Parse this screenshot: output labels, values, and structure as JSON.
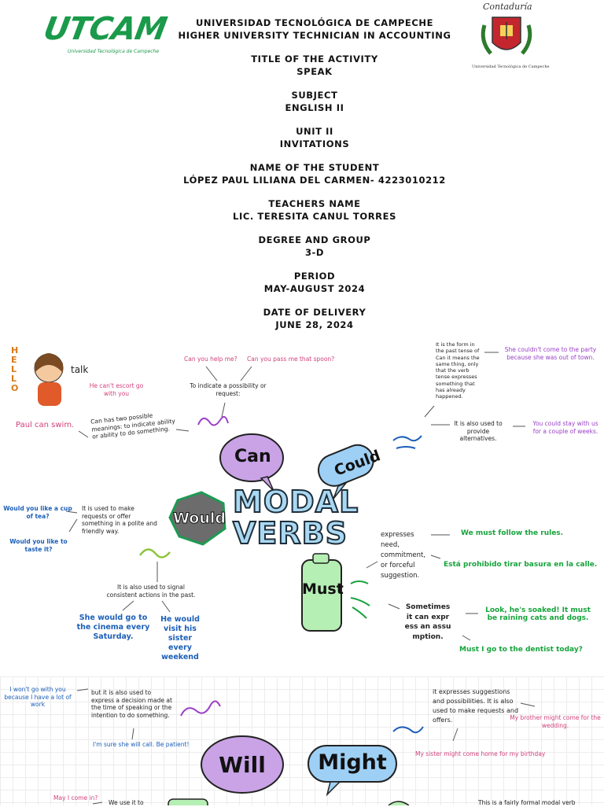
{
  "header": {
    "logo_text": "UTCAM",
    "logo_subtitle": "Universidad Tecnológica de Campeche",
    "seal_top": "Contaduría",
    "seal_bottom": "Universidad Tecnológica de Campeche",
    "lines": [
      "UNIVERSIDAD TECNOLÓGICA DE CAMPECHE",
      "HIGHER UNIVERSITY TECHNICIAN IN ACCOUNTING",
      "TITLE OF THE ACTIVITY",
      "SPEAK",
      "SUBJECT",
      "ENGLISH II",
      "UNIT II",
      "INVITATIONS",
      "NAME OF THE STUDENT",
      "LÓPEZ PAUL LILIANA DEL CARMEN- 4223010212",
      "TEACHERS NAME",
      "LIC. TERESITA CANUL TORRES",
      "DEGREE AND GROUP",
      "3-D",
      "PERIOD",
      "MAY-AUGUST 2024",
      "DATE OF DELIVERY",
      "JUNE 28, 2024"
    ]
  },
  "map": {
    "center_line1": "MODAL",
    "center_line2": "VERBS",
    "can": {
      "label": "Can",
      "hello": "HELLO",
      "talk": "talk",
      "cant_escort": "He can't escort go with you",
      "paul_swim": "Paul can swim.",
      "meanings": "Can has two possible meanings: to indicate ability or ability to do something.",
      "possibility": "To indicate a possibility or request:",
      "ex1": "Can you help me?",
      "ex2": "Can you pass me that spoon?"
    },
    "could": {
      "label": "Could",
      "past": "It is the form in the past tense of Can it means the same thing, only that the verb tense expresses something that has already happened.",
      "past_ex": "She couldn't come to the party because she was out of town.",
      "alternatives": "It is also used to provide alternatives.",
      "alt_ex": "You could stay with us for a couple of weeks."
    },
    "would": {
      "label": "Would",
      "requests": "It is used to make requests or offer something in a polite and friendly way.",
      "ex1": "Would you like a cup of tea?",
      "ex2": "Would you like to taste it?",
      "consistent": "It is also used to signal consistent actions in the past.",
      "ex3": "She would go to the cinema every Saturday.",
      "ex4": "He would visit his sister every weekend"
    },
    "must": {
      "label": "Must",
      "expresses": "expresses need, commitment, or forceful suggestion.",
      "ex1": "We must follow the rules.",
      "ex2": "Está prohibido tirar basura en la calle.",
      "assumption": "Sometimes it can express an assumption.",
      "ex3": "Look, he's soaked! It must be raining cats and dogs.",
      "ex4": "Must I go to the dentist today?"
    },
    "will": {
      "label": "Will",
      "ex1": "I won't go with you because I have a lot of work",
      "decision": "but it is also used to express a decision made at the time of speaking or the intention to do something.",
      "ex2": "I'm sure she will call. Be patient!",
      "may": "May I come in?",
      "we_use": "We use it to"
    },
    "might": {
      "label": "Might",
      "suggestions": "it expresses suggestions and possibilities. It is also used to make requests and offers.",
      "ex1": "My brother might come for the wedding.",
      "ex2": "My sister might come home for my birthday",
      "formal": "This is a fairly formal modal verb"
    }
  },
  "colors": {
    "logo_green": "#1a9a4a",
    "can_purple": "#c9a3e6",
    "could_blue": "#9ed0f5",
    "would_gray": "#6c6c6c",
    "must_green": "#b6efb4",
    "will_purple": "#c9a3e6",
    "might_blue": "#9ed0f5",
    "title_blue": "#a9d8f2"
  }
}
